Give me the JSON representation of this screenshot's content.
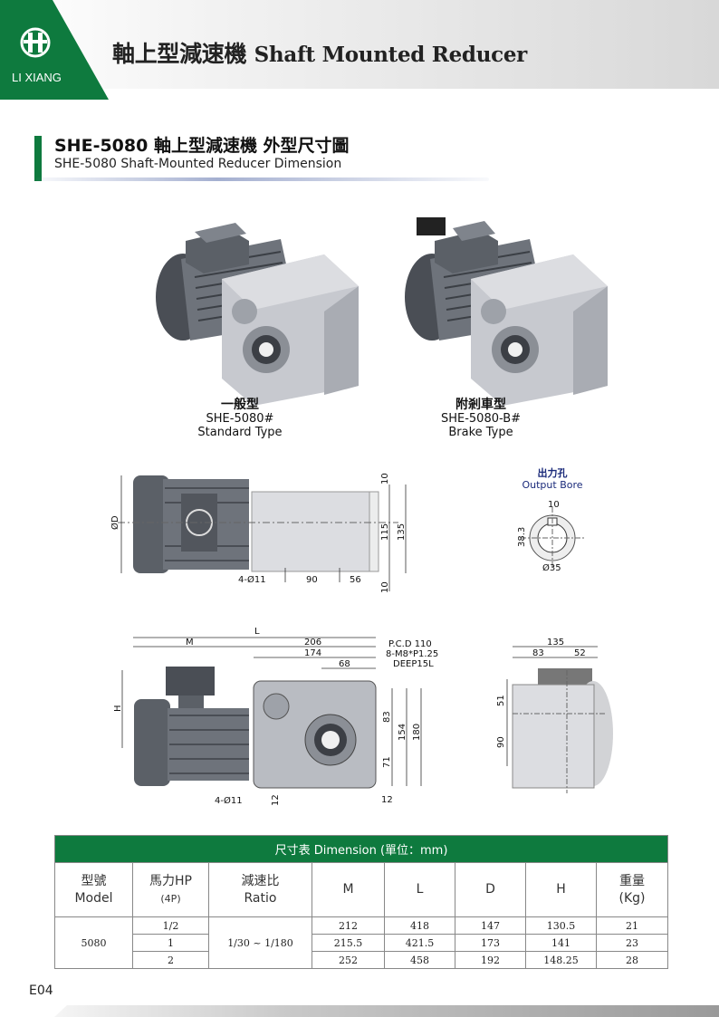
{
  "header": {
    "logo_text": "LI XIANG",
    "title_zh": "軸上型減速機",
    "title_en": "Shaft Mounted Reducer"
  },
  "section": {
    "title_zh": "SHE-5080 軸上型減速機 外型尺寸圖",
    "title_en": "SHE-5080 Shaft-Mounted Reducer Dimension"
  },
  "products": [
    {
      "zh": "一般型",
      "model": "SHE-5080#",
      "type": "Standard Type"
    },
    {
      "zh": "附剎車型",
      "model": "SHE-5080-B#",
      "type": "Brake Type"
    }
  ],
  "top_view": {
    "od": "ØD",
    "holes": "4-Ø11",
    "d90": "90",
    "d56": "56",
    "d10a": "10",
    "d115": "115",
    "d135": "135",
    "d10b": "10"
  },
  "output_bore": {
    "zh": "出力孔",
    "en": "Output Bore",
    "key": "10",
    "depth": "38.3",
    "dia": "Ø35"
  },
  "front_view": {
    "L": "L",
    "M": "M",
    "d206": "206",
    "d174": "174",
    "d68": "68",
    "pcd1": "P.C.D 110",
    "pcd2": "8-M8*P1.25",
    "pcd3": "DEEP15L",
    "H": "H",
    "d83": "83",
    "d154": "154",
    "d180": "180",
    "d71": "71",
    "holes": "4-Ø11",
    "d12a": "12",
    "d12b": "12"
  },
  "side_view": {
    "d135": "135",
    "d83": "83",
    "d52": "52",
    "d51": "51",
    "d90": "90"
  },
  "table": {
    "title": "尺寸表  Dimension (單位：mm)",
    "headers": [
      {
        "zh": "型號",
        "en": "Model"
      },
      {
        "zh": "馬力HP",
        "en": "(4P)"
      },
      {
        "zh": "減速比",
        "en": "Ratio"
      },
      {
        "zh": "",
        "en": "M"
      },
      {
        "zh": "",
        "en": "L"
      },
      {
        "zh": "",
        "en": "D"
      },
      {
        "zh": "",
        "en": "H"
      },
      {
        "zh": "重量",
        "en": "(Kg)"
      }
    ],
    "model": "5080",
    "ratio": "1/30 ~ 1/180",
    "rows": [
      {
        "hp": "1/2",
        "m": "212",
        "l": "418",
        "d": "147",
        "h": "130.5",
        "kg": "21"
      },
      {
        "hp": "1",
        "m": "215.5",
        "l": "421.5",
        "d": "173",
        "h": "141",
        "kg": "23"
      },
      {
        "hp": "2",
        "m": "252",
        "l": "458",
        "d": "192",
        "h": "148.25",
        "kg": "28"
      }
    ]
  },
  "page": "E04"
}
